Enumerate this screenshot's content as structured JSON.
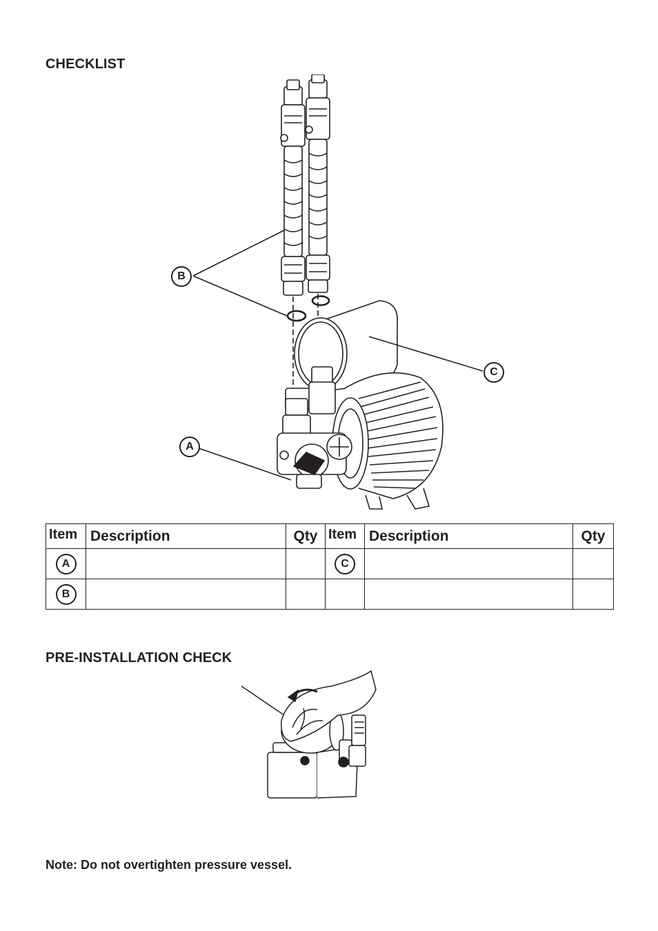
{
  "headings": {
    "checklist": "CHECKLIST",
    "pre_installation": "PRE-INSTALLATION CHECK"
  },
  "callouts": {
    "a": "A",
    "b": "B",
    "c": "C"
  },
  "table": {
    "headers": {
      "item": "Item",
      "description": "Description",
      "qty": "Qty"
    },
    "rows": [
      {
        "left_item": "A",
        "right_item": "C"
      },
      {
        "left_item": "B",
        "right_item": ""
      }
    ]
  },
  "note": "Note: Do not overtighten pressure vessel."
}
